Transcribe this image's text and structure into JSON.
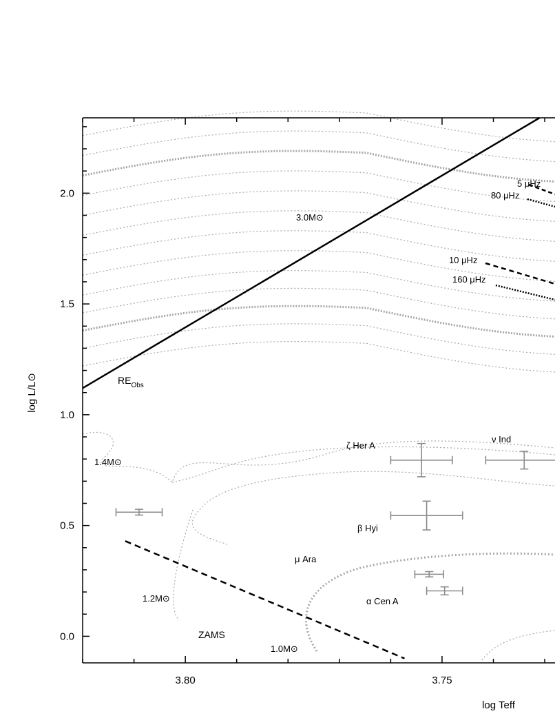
{
  "chart_data": {
    "type": "scatter",
    "xlabel": "log Teff",
    "ylabel": "log L/L⊙",
    "x_reversed": true,
    "xlim": [
      3.82,
      3.728
    ],
    "ylim": [
      -0.12,
      2.34
    ],
    "grid": false,
    "x_ticks": [
      {
        "value": 3.8,
        "label": "3.80"
      },
      {
        "value": 3.75,
        "label": "3.75"
      }
    ],
    "y_ticks": [
      {
        "value": 0.0,
        "label": "0.0"
      },
      {
        "value": 0.5,
        "label": "0.5"
      },
      {
        "value": 1.0,
        "label": "1.0"
      },
      {
        "value": 1.5,
        "label": "1.5"
      },
      {
        "value": 2.0,
        "label": "2.0"
      }
    ],
    "stars": [
      {
        "name": "ζ Her A",
        "x": 3.754,
        "y": 0.795,
        "x_err": 0.006,
        "y_err": 0.075
      },
      {
        "name": "ν Ind",
        "x": 3.734,
        "y": 0.795,
        "x_err": 0.0075,
        "y_err": 0.04
      },
      {
        "name": "β Hyi",
        "x": 3.753,
        "y": 0.545,
        "x_err": 0.007,
        "y_err": 0.065
      },
      {
        "name": "",
        "x": 3.809,
        "y": 0.56,
        "x_err": 0.0045,
        "y_err": 0.013
      },
      {
        "name": "μ Ara",
        "x": 3.7525,
        "y": 0.28,
        "x_err": 0.0028,
        "y_err": 0.012
      },
      {
        "name": "α Cen A",
        "x": 3.7495,
        "y": 0.205,
        "x_err": 0.0035,
        "y_err": 0.018
      }
    ],
    "lines": [
      {
        "name": "RE_Obs",
        "style": "solid",
        "points": [
          [
            3.82,
            1.12
          ],
          [
            3.731,
            2.34
          ]
        ]
      },
      {
        "name": "ZAMS",
        "style": "dashed",
        "points": [
          [
            3.8117,
            0.43
          ],
          [
            3.7573,
            -0.1
          ]
        ]
      }
    ],
    "labels": {
      "re_obs_main": "RE",
      "re_obs_sub": "Obs",
      "zams": "ZAMS",
      "m30": "3.0M⊙",
      "m14": "1.4M⊙",
      "m12": "1.2M⊙",
      "m10": "1.0M⊙",
      "f5": "5 μHz",
      "f80": "80 μHz",
      "f10": "10 μHz",
      "f160": "160 μHz"
    }
  }
}
